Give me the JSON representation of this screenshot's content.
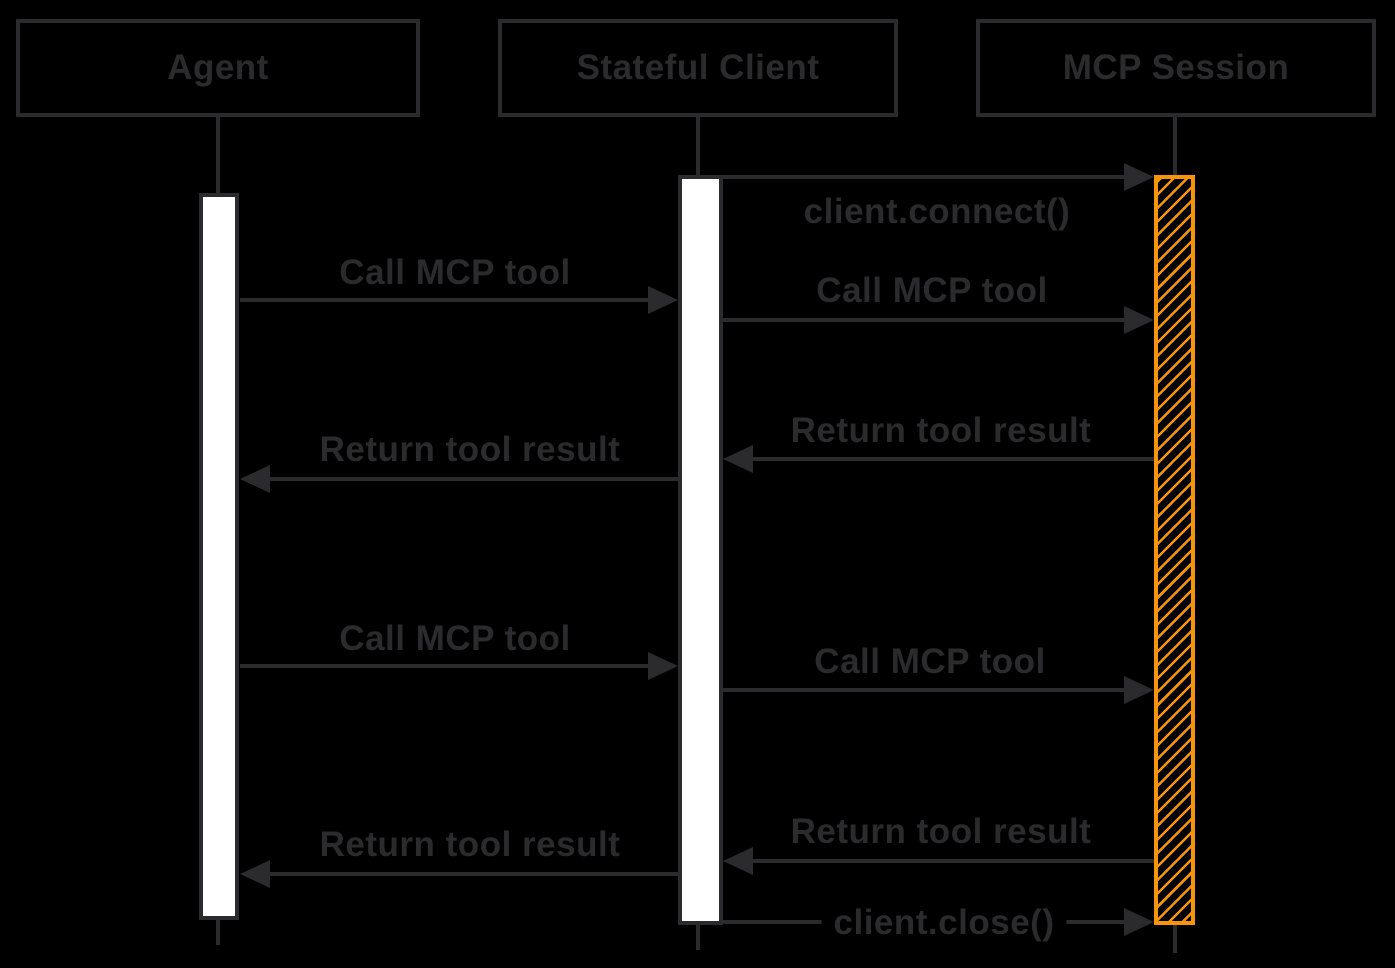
{
  "diagram": {
    "type": "sequence",
    "participants": [
      {
        "name": "Agent"
      },
      {
        "name": "Stateful Client"
      },
      {
        "name": "MCP Session"
      }
    ],
    "messages": [
      {
        "label": "client.connect()",
        "from": "Stateful Client",
        "to": "MCP Session"
      },
      {
        "label": "Call MCP tool",
        "from": "Agent",
        "to": "Stateful Client"
      },
      {
        "label": "Call MCP tool",
        "from": "Stateful Client",
        "to": "MCP Session"
      },
      {
        "label": "Return tool result",
        "from": "MCP Session",
        "to": "Stateful Client"
      },
      {
        "label": "Return tool result",
        "from": "Stateful Client",
        "to": "Agent"
      },
      {
        "label": "Call MCP tool",
        "from": "Agent",
        "to": "Stateful Client"
      },
      {
        "label": "Call MCP tool",
        "from": "Stateful Client",
        "to": "MCP Session"
      },
      {
        "label": "Return tool result",
        "from": "MCP Session",
        "to": "Stateful Client"
      },
      {
        "label": "Return tool result",
        "from": "Stateful Client",
        "to": "Agent"
      },
      {
        "label": "client.close()",
        "from": "Stateful Client",
        "to": "MCP Session"
      }
    ],
    "colors": {
      "background": "#000000",
      "line": "#2b2b2e",
      "text": "#2b2b2e",
      "activation_fill": "#ffffff",
      "session_accent": "#f7940a"
    }
  }
}
